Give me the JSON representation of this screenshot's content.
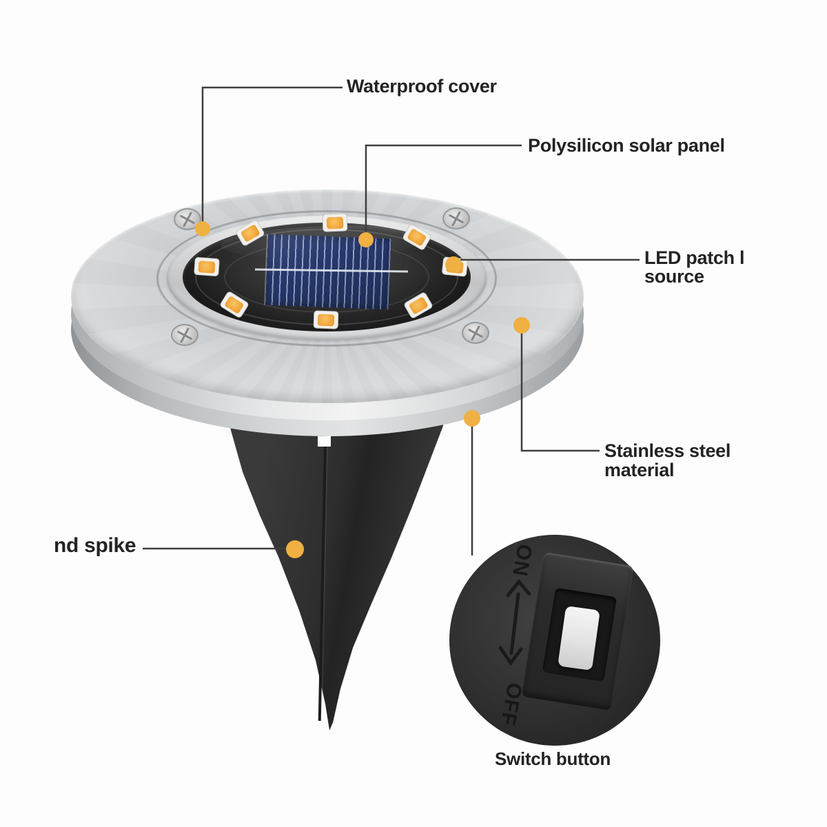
{
  "title": "Solar ground light parts diagram",
  "labels": {
    "waterproof_cover": "Waterproof cover",
    "polysilicon_solar_panel": "Polysilicon solar panel",
    "led_patch_line1": "LED patch l",
    "led_patch_line2": "source",
    "stainless_steel_line1": "Stainless steel",
    "stainless_steel_line2": "material",
    "ground_spike": "nd spike",
    "switch_button": "Switch button"
  },
  "inset": {
    "on_label": "ON",
    "off_label": "OFF"
  },
  "counts": {
    "led_beads": 8,
    "screws": 4
  },
  "colors": {
    "callout_dot": "#f0b042",
    "callout_line": "#3e3e3e",
    "label_text": "#232323",
    "led_amber": "#f2a83b",
    "solar_panel_blue": "#26376b",
    "spike_black": "#2e2e2e",
    "steel_light": "#d8dadb",
    "background": "#fdfdfd"
  }
}
